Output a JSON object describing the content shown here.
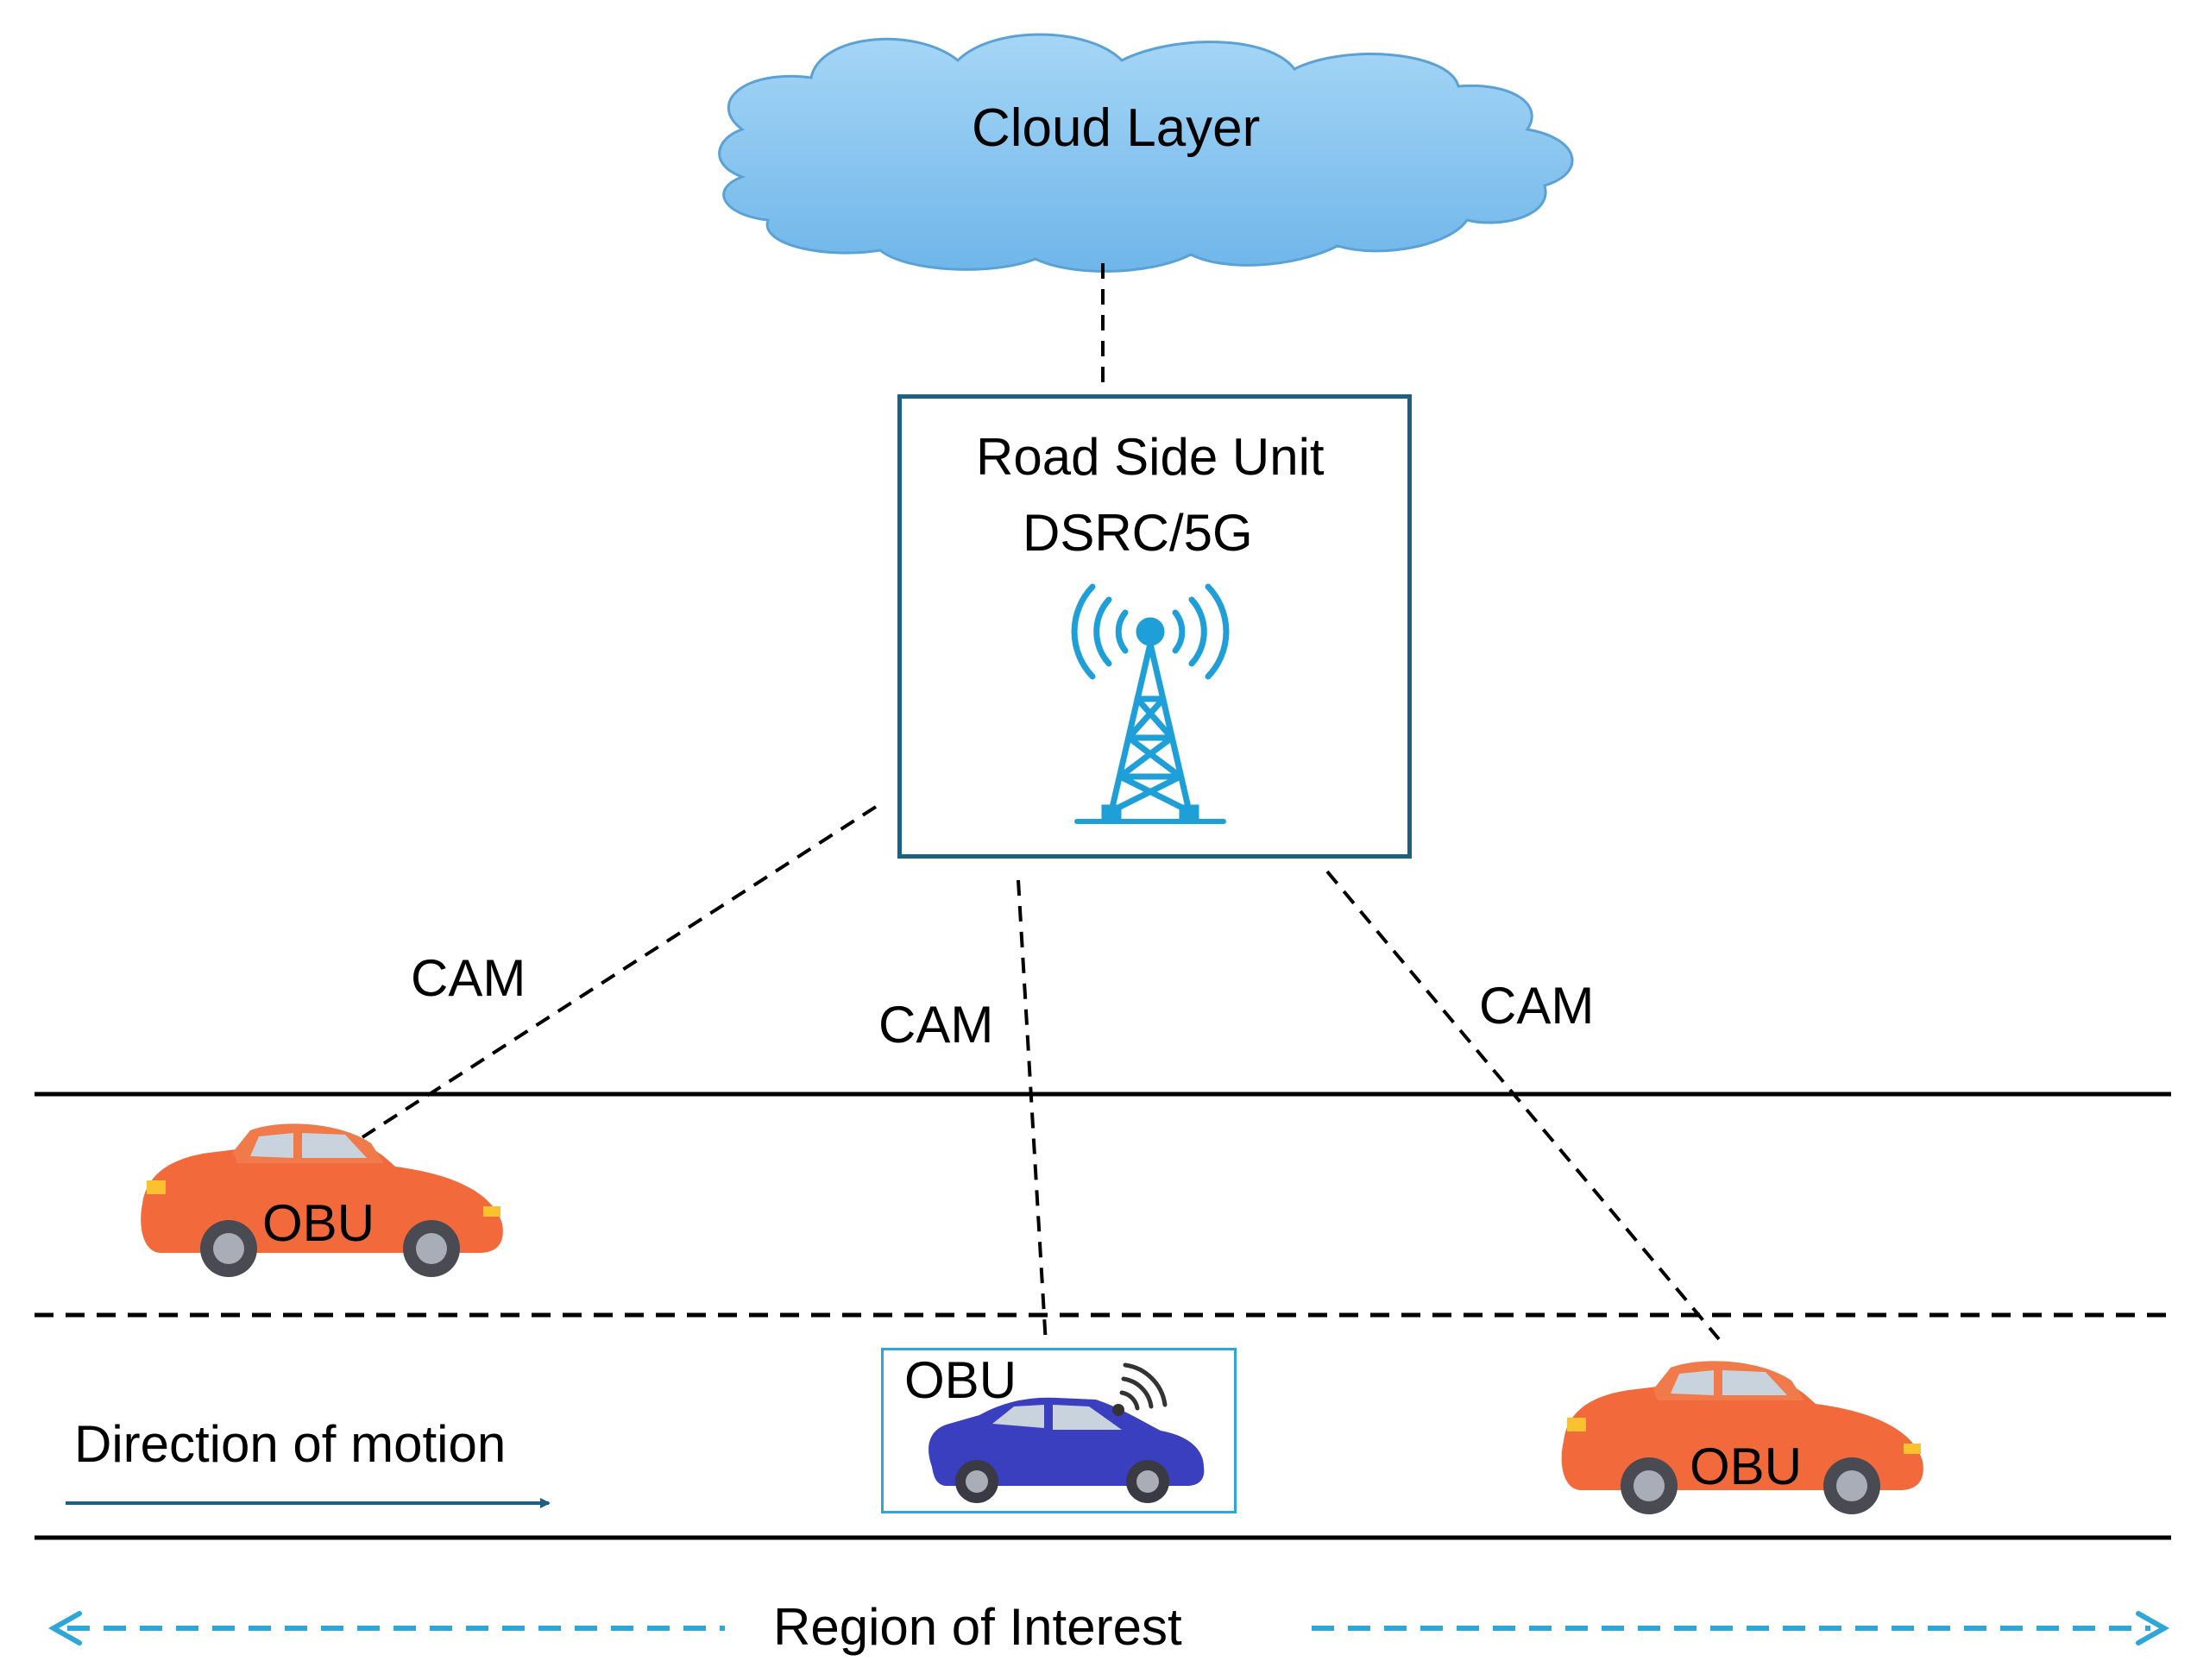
{
  "cloud": {
    "label": "Cloud Layer"
  },
  "rsu": {
    "title": "Road Side Unit",
    "subtitle": "DSRC/5G"
  },
  "links": {
    "left_label": "CAM",
    "middle_label": "CAM",
    "right_label": "CAM"
  },
  "vehicles": [
    {
      "label": "OBU",
      "color": "#f26a3b"
    },
    {
      "label": "OBU",
      "color": "#3a3fbf"
    },
    {
      "label": "OBU",
      "color": "#f26a3b"
    }
  ],
  "motion": {
    "label": "Direction of motion"
  },
  "region": {
    "label": "Region of Interest"
  },
  "colors": {
    "cloud": "#8cc8f0",
    "tower": "#1f9fd8",
    "rsu_border": "#1f5f7f",
    "roi_arrow": "#2ea7d6",
    "motion_arrow": "#1f5f7f"
  }
}
